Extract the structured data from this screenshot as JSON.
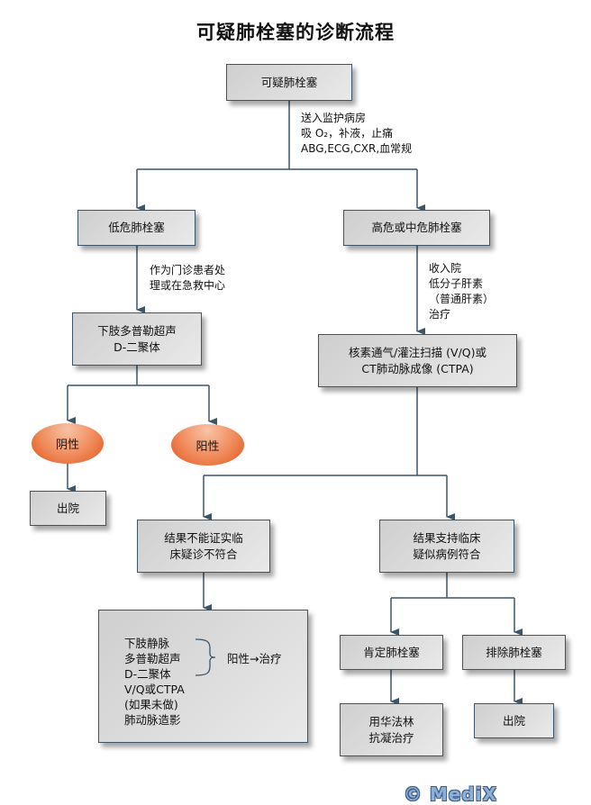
{
  "title": "可疑肺栓塞的诊断流程",
  "nodes": {
    "suspected_pe": "可疑肺栓塞",
    "low_risk": "低危肺栓塞",
    "high_risk": "高危或中危肺栓塞",
    "leg_us_ddimer": [
      "下肢多普勒超声",
      "D-二聚体"
    ],
    "negative": "阴性",
    "positive": "阳性",
    "discharge_left": "出院",
    "vq_ctpa": [
      "核素通气/灌注扫描 (V/Q)或",
      "CT肺动脉成像 (CTPA)"
    ],
    "not_confirmed": [
      "结果不能证实临",
      "床疑诊不符合"
    ],
    "supports": [
      "结果支持临床",
      "疑似病例符合"
    ],
    "further_tests": {
      "items": [
        "下肢静脉",
        "多普勒超声",
        "D-二聚体",
        "V/Q或CTPA",
        "(如果未做)",
        "肺动脉造影"
      ],
      "result": "阳性→治疗"
    },
    "confirmed_pe": "肯定肺栓塞",
    "excluded_pe": "排除肺栓塞",
    "warfarin": [
      "用华法林",
      "抗凝治疗"
    ],
    "discharge_right": "出院"
  },
  "notes": {
    "initial_care": [
      "送入监护病房",
      "吸 O₂，补液，止痛",
      "ABG,ECG,CXR,血常规"
    ],
    "low_risk_care": [
      "作为门诊患者处",
      "理或在急救中心"
    ],
    "high_risk_care": [
      "收入院",
      "低分子肝素",
      "（普通肝素）",
      "治疗"
    ]
  },
  "watermark": "© MediX",
  "colors": {
    "line": "#3c5568",
    "oval": "#e8683a",
    "box": "#dcdcdc"
  }
}
